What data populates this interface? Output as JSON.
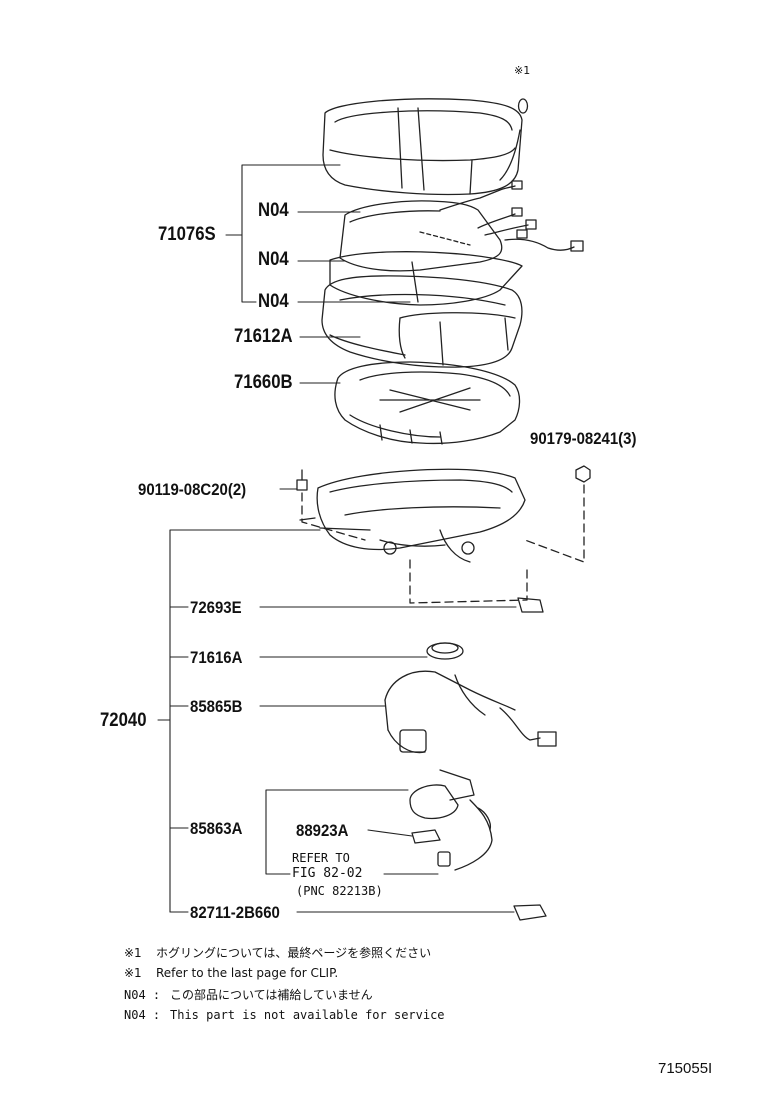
{
  "top_mark": "※1",
  "labels": {
    "p71076S": "71076S",
    "n04_a": "N04",
    "n04_b": "N04",
    "n04_c": "N04",
    "p71612A": "71612A",
    "p71660B": "71660B",
    "p90179": "90179-08241(3)",
    "p90119": "90119-08C20(2)",
    "p72693E": "72693E",
    "p71616A": "71616A",
    "p72040": "72040",
    "p85865B": "85865B",
    "p85863A": "85863A",
    "p88923A": "88923A",
    "p82711": "82711-2B660"
  },
  "refer": {
    "line1": "REFER TO",
    "line2": "FIG 82-02",
    "line3": "(PNC 82213B)"
  },
  "notes": [
    {
      "mark": "※1",
      "text": "ホグリングについては、最終ページを参照ください"
    },
    {
      "mark": "※1",
      "text": "Refer to the last page for CLIP."
    },
    {
      "mark": "N04 :",
      "text": "この部品については補給していません"
    },
    {
      "mark": "N04 :",
      "text": "This part is not available for service"
    }
  ],
  "figure_id": "715055I"
}
